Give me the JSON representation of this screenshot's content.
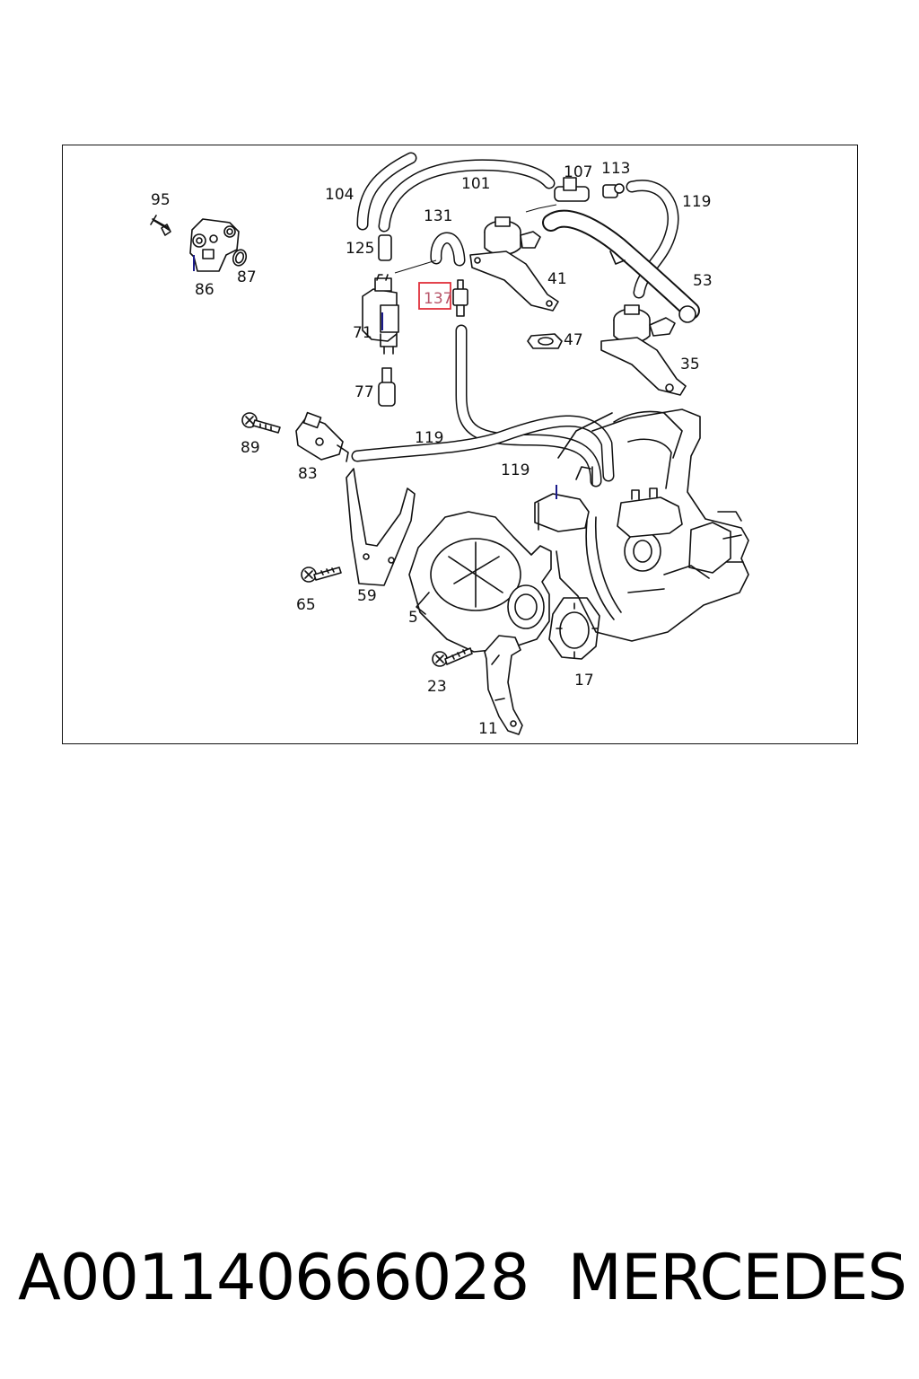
{
  "diagram": {
    "callouts": {
      "c95": "95",
      "c86": "86",
      "c87": "87",
      "c104": "104",
      "c101": "101",
      "c107": "107",
      "c113": "113",
      "c119a": "119",
      "c131": "131",
      "c125": "125",
      "c137": "137",
      "c41": "41",
      "c53": "53",
      "c71": "71",
      "c47": "47",
      "c35": "35",
      "c77": "77",
      "c89": "89",
      "c83": "83",
      "c119b": "119",
      "c119c": "119",
      "c65": "65",
      "c59": "59",
      "c5": "5",
      "c23": "23",
      "c17": "17",
      "c11": "11"
    },
    "highlight_color": "#e0303a"
  },
  "caption": {
    "part_number": "A001140666028",
    "brand": "MERCEDES"
  }
}
